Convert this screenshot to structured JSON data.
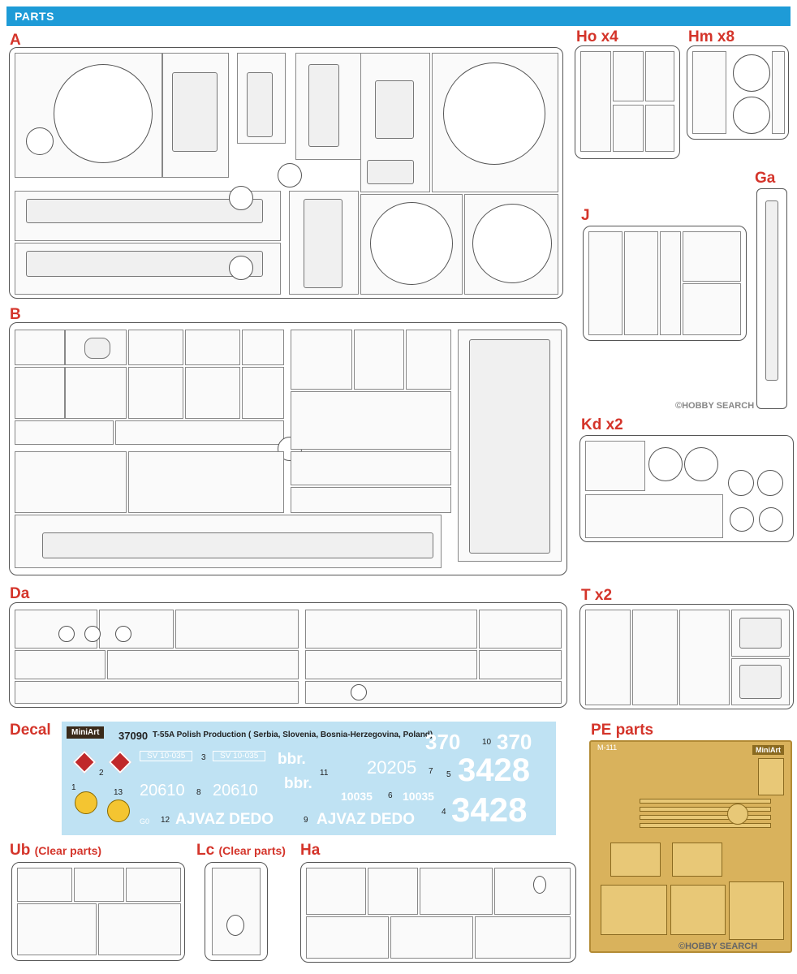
{
  "header": {
    "title": "PARTS"
  },
  "sprues": {
    "a": "A",
    "b": "B",
    "da": "Da",
    "ho": "Ho x4",
    "hm": "Hm x8",
    "ga": "Ga",
    "j": "J",
    "kd": "Kd x2",
    "t": "T x2",
    "decal": "Decal",
    "pe": "PE parts",
    "ub": "Ub",
    "ub_note": "(Clear parts)",
    "lc": "Lc",
    "lc_note": "(Clear parts)",
    "ha": "Ha"
  },
  "decal": {
    "brand": "MiniArt",
    "title": "37090",
    "subtitle": "T-55A Polish Production ( Serbia, Slovenia, Bosnia-Herzegovina, Poland)",
    "sv1": "SV 10-035",
    "sv2": "SV 10-035",
    "n3": "3",
    "n2": "2",
    "n1": "1",
    "n13": "13",
    "n8": "8",
    "n12": "12",
    "n9": "9",
    "n11": "11",
    "n7": "7",
    "n5": "5",
    "n6": "6",
    "n4": "4",
    "n10": "10",
    "bbr1": "bbr.",
    "bbr2": "bbr.",
    "num20205": "20205",
    "num20610a": "20610",
    "num20610b": "20610",
    "num10035a": "10035",
    "num10035b": "10035",
    "ajvaz1": "AJVAZ DEDO",
    "ajvaz2": "AJVAZ DEDO",
    "n370a": "370",
    "n370b": "370",
    "n3428a": "3428",
    "n3428b": "3428",
    "g0": "G0"
  },
  "pe": {
    "code": "M-111",
    "brand": "MiniArt"
  },
  "watermark": {
    "text": "©HOBBY SEARCH"
  }
}
